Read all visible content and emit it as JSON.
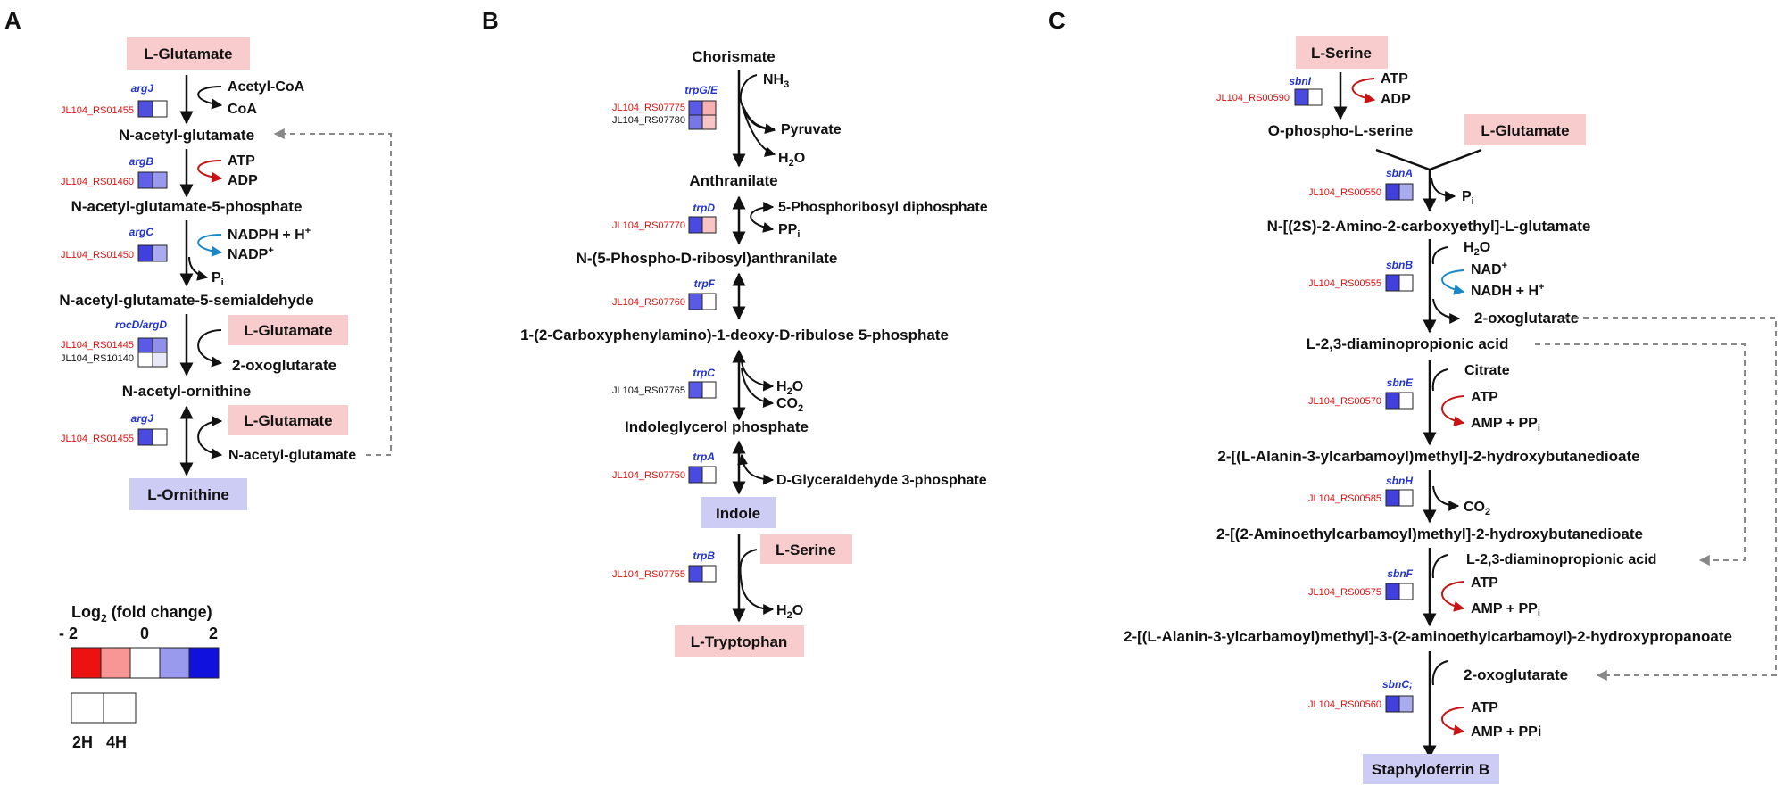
{
  "panels": {
    "a": "A",
    "b": "B",
    "c": "C"
  },
  "colors": {
    "pink_box": "#f8cccc",
    "blue_box": "#ccccf5",
    "red_arrow": "#c81414",
    "blue_arrow": "#1a88c8",
    "dashed": "#888888"
  },
  "heat_colors": {
    "m2": "#ee1111",
    "m1": "#f89595",
    "z": "#ffffff",
    "p1": "#9999ee",
    "p2": "#1111dd"
  },
  "a": {
    "s1": "L-Glutamate",
    "c1": "Acetyl-CoA",
    "p1": "CoA",
    "s2": "N-acetyl-glutamate",
    "c2": "ATP",
    "p2": "ADP",
    "s3": "N-acetyl-glutamate-5-phosphate",
    "c3": "NADPH + H",
    "c3sup": "+",
    "p3": "NADP",
    "p3sup": "+",
    "p3b": "P",
    "p3bsub": "i",
    "s4": "N-acetyl-glutamate-5-semialdehyde",
    "box2": "L-Glutamate",
    "p4": "2-oxoglutarate",
    "s5": "N-acetyl-ornithine",
    "box3": "L-Glutamate",
    "p5": "N-acetyl-glutamate",
    "s6": "L-Ornithine",
    "g1": "argJ",
    "id1": "JL104_RS01455",
    "g2": "argB",
    "id2": "JL104_RS01460",
    "g3": "argC",
    "id3": "JL104_RS01450",
    "g4": "rocD/argD",
    "id4a": "JL104_RS01445",
    "id4b": "JL104_RS10140",
    "g5": "argJ",
    "id5": "JL104_RS01455"
  },
  "legend": {
    "title": "Log",
    "title_sub": "2",
    "title_rest": " (fold change)",
    "t1": "- 2",
    "t2": "0",
    "t3": "2",
    "h1": "2H",
    "h2": "4H"
  },
  "b": {
    "s1": "Chorismate",
    "c1": "NH",
    "c1sub": "3",
    "p1a": "Pyruvate",
    "p1b": "H",
    "p1bsub": "2",
    "p1bend": "O",
    "s2": "Anthranilate",
    "c2": "5-Phosphoribosyl diphosphate",
    "p2": "PP",
    "p2sub": "i",
    "s3": "N-(5-Phospho-D-ribosyl)anthranilate",
    "s4": "1-(2-Carboxyphenylamino)-1-deoxy-D-ribulose 5-phosphate",
    "p4a": "H",
    "p4asub": "2",
    "p4aend": "O",
    "p4b": "CO",
    "p4bsub": "2",
    "s5": "Indoleglycerol phosphate",
    "p5": "D-Glyceraldehyde 3-phosphate",
    "s6": "Indole",
    "box": "L-Serine",
    "p6a": "H",
    "p6asub": "2",
    "p6aend": "O",
    "s7": "L-Tryptophan",
    "g1": "trpG/E",
    "id1a": "JL104_RS07775",
    "id1b": "JL104_RS07780",
    "g2": "trpD",
    "id2": "JL104_RS07770",
    "g3": "trpF",
    "id3": "JL104_RS07760",
    "g4": "trpC",
    "id4": "JL104_RS07765",
    "g5": "trpA",
    "id5": "JL104_RS07750",
    "g6": "trpB",
    "id6": "JL104_RS07755"
  },
  "c": {
    "s1": "L-Serine",
    "c1": "ATP",
    "p1": "ADP",
    "s2": "O-phospho-L-serine",
    "box2": "L-Glutamate",
    "p2": "P",
    "p2sub": "i",
    "s3": "N-[(2S)-2-Amino-2-carboxyethyl]-L-glutamate",
    "c3a": "H",
    "c3asub": "2",
    "c3aend": "O",
    "c3b": "NAD",
    "c3bsup": "+",
    "p3": "NADH + H",
    "p3sup": "+",
    "p3b": "2-oxoglutarate",
    "s4": "L-2,3-diaminopropionic acid",
    "c4": "Citrate",
    "c4b": "ATP",
    "p4": "AMP + PP",
    "p4sub": "i",
    "s5": "2-[(L-Alanin-3-ylcarbamoyl)methyl]-2-hydroxybutanedioate",
    "p5": "CO",
    "p5sub": "2",
    "s6": "2-[(2-Aminoethylcarbamoyl)methyl]-2-hydroxybutanedioate",
    "c6": "L-2,3-diaminopropionic acid",
    "c6b": "ATP",
    "p6": "AMP + PP",
    "p6sub": "i",
    "s7": "2-[(L-Alanin-3-ylcarbamoyl)methyl]-3-(2-aminoethylcarbamoyl)-2-hydroxypropanoate",
    "c7": "2-oxoglutarate",
    "c7b": "ATP",
    "p7": "AMP + PPi",
    "s8": "Staphyloferrin B",
    "g1": "sbnI",
    "id1": "JL104_RS00590",
    "g2": "sbnA",
    "id2": "JL104_RS00550",
    "g3": "sbnB",
    "id3": "JL104_RS00555",
    "g4": "sbnE",
    "id4": "JL104_RS00570",
    "g5": "sbnH",
    "id5": "JL104_RS00585",
    "g6": "sbnF",
    "id6": "JL104_RS00575",
    "g7": "sbnC;",
    "id7": "JL104_RS00560"
  }
}
